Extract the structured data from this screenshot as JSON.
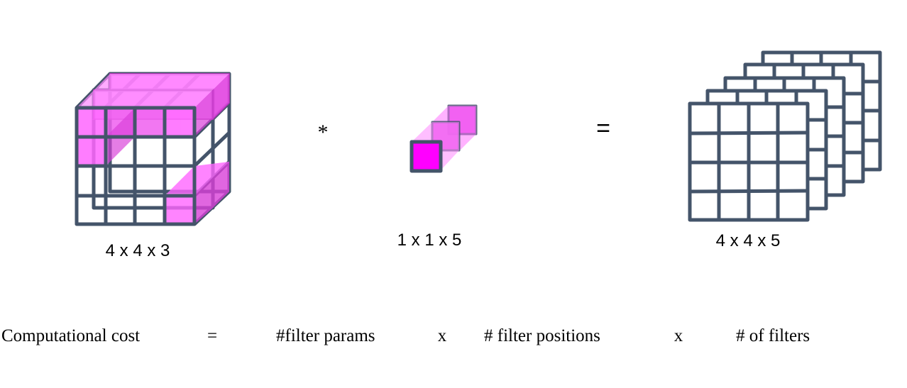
{
  "labels": {
    "input_dims": "4 x 4 x 3",
    "filter_dims": "1 x 1 x 5",
    "output_dims": "4 x 4 x 5",
    "conv_operator": "*",
    "equals_operator": "="
  },
  "formula": {
    "lhs": "Computational cost",
    "equals": "=",
    "term1": "#filter params",
    "times1": "x",
    "term2": "# filter positions",
    "times2": "x",
    "term3": "# of filters"
  },
  "colors": {
    "grid_stroke": "#44546a",
    "highlight_fill": "#ff66ff",
    "highlight_dark": "#d940d9",
    "filter_front": "#ff00ff",
    "background": "#ffffff",
    "text": "#000000"
  },
  "input_volume": {
    "rows": 4,
    "cols": 4,
    "depth": 3
  },
  "output_volume": {
    "rows": 4,
    "cols": 4,
    "depth": 5
  },
  "filter": {
    "rows": 1,
    "cols": 1,
    "depth": 5
  }
}
